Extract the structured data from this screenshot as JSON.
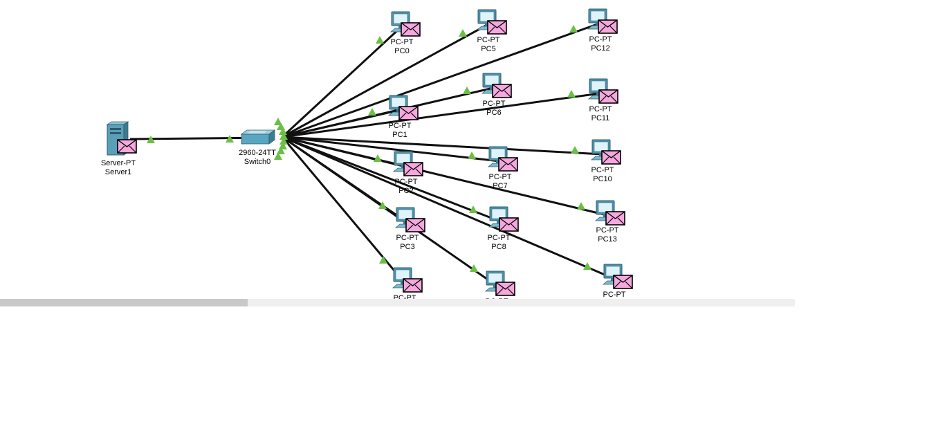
{
  "topology": {
    "server": {
      "model": "Server-PT",
      "name": "Server1"
    },
    "switch": {
      "model": "2960-24TT",
      "name": "Switch0"
    },
    "pcs": [
      {
        "model": "PC-PT",
        "name": "PC0"
      },
      {
        "model": "PC-PT",
        "name": "PC5"
      },
      {
        "model": "PC-PT",
        "name": "PC12"
      },
      {
        "model": "PC-PT",
        "name": "PC6"
      },
      {
        "model": "PC-PT",
        "name": "PC11"
      },
      {
        "model": "PC-PT",
        "name": "PC1"
      },
      {
        "model": "PC-PT",
        "name": "PC7"
      },
      {
        "model": "PC-PT",
        "name": "PC10"
      },
      {
        "model": "PC-PT",
        "name": "PC2"
      },
      {
        "model": "PC-PT",
        "name": "PC13"
      },
      {
        "model": "PC-PT",
        "name": "PC3"
      },
      {
        "model": "PC-PT",
        "name": "PC8"
      },
      {
        "model": "PC-PT",
        "name": ""
      },
      {
        "model": "PC-PT",
        "name": ""
      },
      {
        "model": "PC-PT",
        "name": ""
      }
    ]
  },
  "icons": {
    "server": "server-tower-icon",
    "switch": "switch-icon",
    "pc": "pc-monitor-icon",
    "pdu": "envelope-icon",
    "link_status": "green-triangle-icon"
  },
  "colors": {
    "link": "#111111",
    "link_up": "#6cbf45",
    "pdu_envelope": "#f5a8de",
    "device_body": "#5a9fb8",
    "scroll_track": "#efefef",
    "scroll_thumb": "#c9c9c9"
  }
}
